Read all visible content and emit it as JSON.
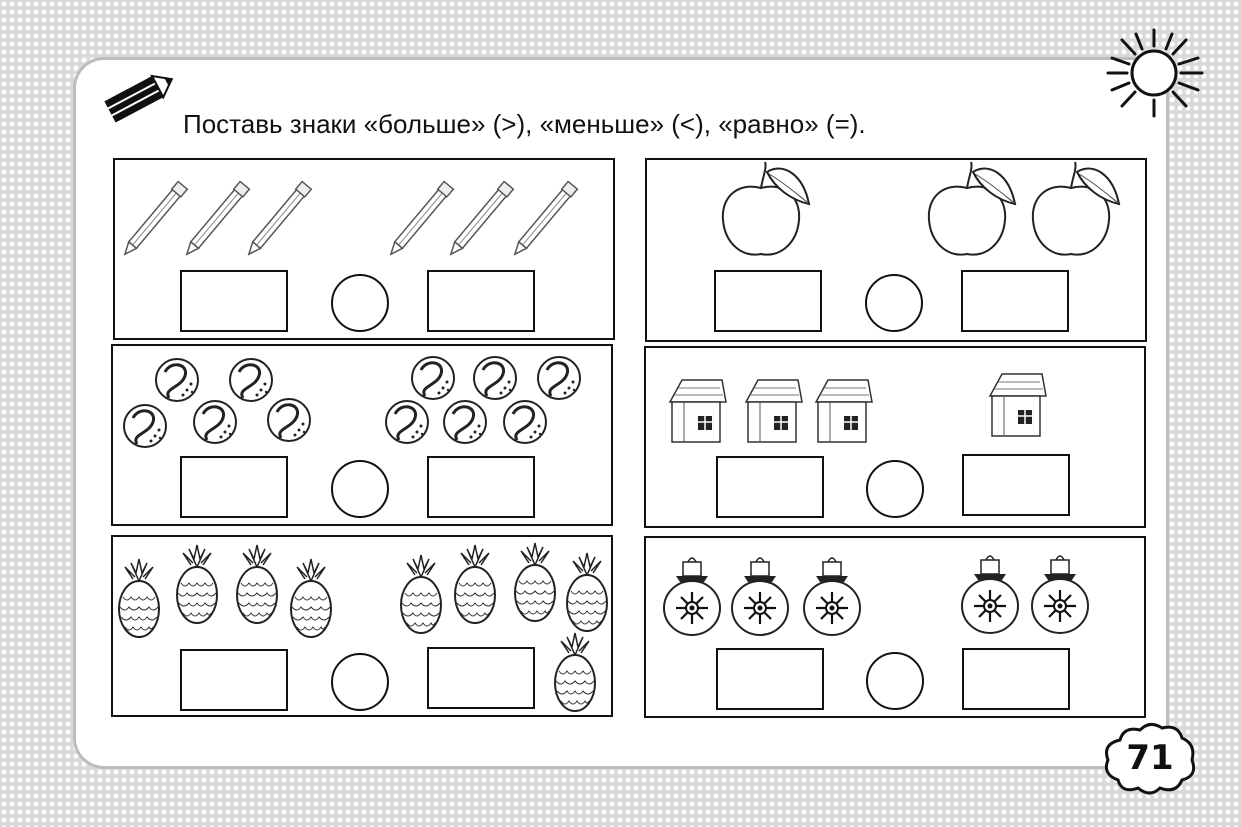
{
  "instruction": "Поставь знаки «больше» (>), «меньше» (<), «равно» (=).",
  "page_number": "71",
  "tasks": [
    {
      "id": "pencils",
      "left_count": 3,
      "right_count": 3
    },
    {
      "id": "apples",
      "left_count": 1,
      "right_count": 2
    },
    {
      "id": "balls",
      "left_count": 5,
      "right_count": 6
    },
    {
      "id": "houses",
      "left_count": 3,
      "right_count": 1
    },
    {
      "id": "pineapples",
      "left_count": 4,
      "right_count": 5
    },
    {
      "id": "ornaments",
      "left_count": 3,
      "right_count": 2
    }
  ],
  "icons": [
    "pencil-icon",
    "sun-icon",
    "apple-icon",
    "ball-icon",
    "house-icon",
    "pineapple-icon",
    "ornament-icon"
  ]
}
